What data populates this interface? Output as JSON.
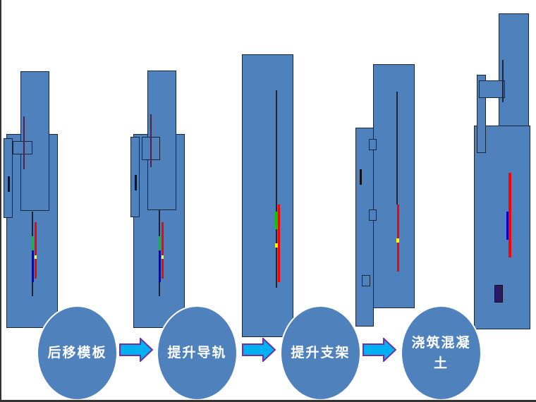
{
  "steps": [
    {
      "label": "后移模板"
    },
    {
      "label": "提升导轨"
    },
    {
      "label": "提升支架"
    },
    {
      "label": "浇筑混凝土"
    }
  ],
  "colors": {
    "panel": "#4f81bd",
    "arrow": "#00b0f0",
    "arrow_border": "#7030a0"
  }
}
